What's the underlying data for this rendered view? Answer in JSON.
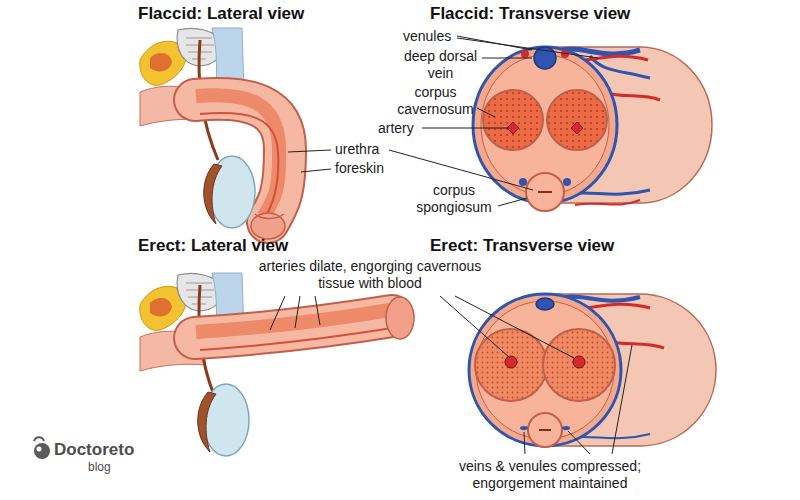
{
  "diagram": {
    "labels": [
      "Flaccid: Lateral view",
      "Flaccid: Transverse view",
      "venules",
      "deep dorsal vein",
      "corpus cavernosum",
      "artery",
      "urethra",
      "foreskin",
      "corpus spongiosum",
      "Erect: Lateral view",
      "Erect: Transverse view",
      "arteries dilate, engorging cavernous tissue with blood",
      "veins & venules compressed; engorgement maintained",
      "Doctoreto",
      "blog"
    ]
  }
}
